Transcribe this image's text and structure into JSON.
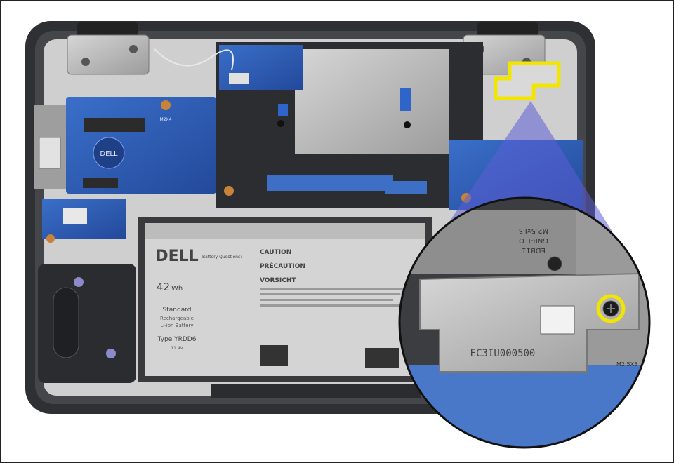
{
  "battery": {
    "brand": "DELL",
    "capacity": "42",
    "capacity_unit": "Wh",
    "type_line1": "Standard",
    "type_line2": "Rechargeable",
    "type_line3": "Li-ion Battery",
    "model": "Type YRDD6",
    "voltage": "11.4V",
    "questions": "Battery Questions?",
    "caution": "CAUTION",
    "precaution": "PRÉCAUTION",
    "vorsicht": "VORSICHT"
  },
  "board": {
    "screw_label": "M2X4"
  },
  "zoom": {
    "bracket_code": "EC3IU000500",
    "screw_label_1": "M2.5xL5",
    "screw_label_2": "GNR-L O",
    "screw_label_3": "EDB11",
    "side_label": "M2.5X5"
  },
  "colors": {
    "highlight": "#f2e600",
    "board_blue": "#2f5fb8",
    "chassis": "#3a3b3e",
    "metal": "#b8b8b8",
    "callout_fill": "#5b5fd6"
  }
}
